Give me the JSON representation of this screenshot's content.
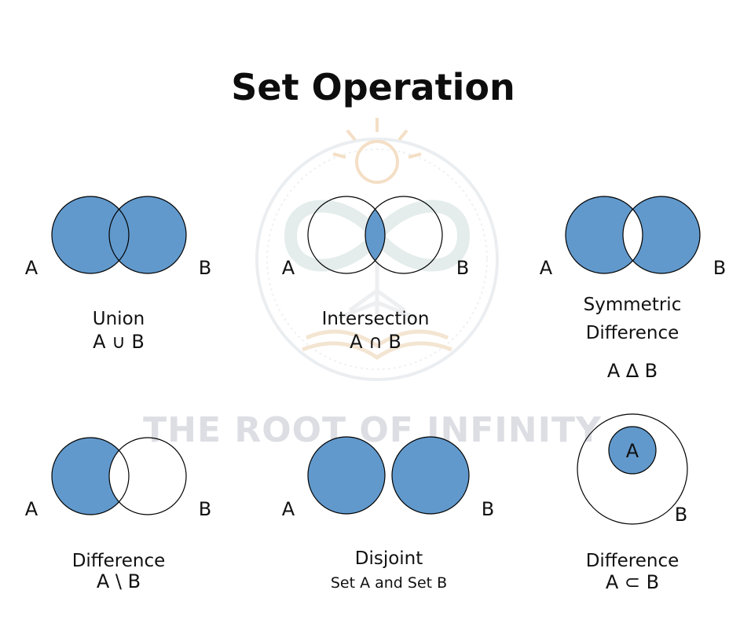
{
  "title": "Set Operation",
  "colors": {
    "fill": "#6199cc",
    "stroke": "#000000",
    "background": "#ffffff",
    "watermark_text": "#d9dbe1",
    "watermark_art": "#e7ecef"
  },
  "watermark": {
    "text": "THE ROOT OF INFINITY",
    "icon": "lightbulb-infinity-tree-book-logo"
  },
  "panels": {
    "union": {
      "set_a": "A",
      "set_b": "B",
      "name": "Union",
      "notation": "A ∪ B"
    },
    "intersection": {
      "set_a": "A",
      "set_b": "B",
      "name": "Intersection",
      "notation": "A ∩ B"
    },
    "symmetric_difference": {
      "set_a": "A",
      "set_b": "B",
      "name_line1": "Symmetric",
      "name_line2": "Difference",
      "notation": "A ∆ B"
    },
    "difference": {
      "set_a": "A",
      "set_b": "B",
      "name": "Difference",
      "notation": "A \\ B"
    },
    "disjoint": {
      "set_a": "A",
      "set_b": "B",
      "name": "Disjoint",
      "notation": "Set A and Set B"
    },
    "subset": {
      "set_a": "A",
      "set_b": "B",
      "name": "Difference",
      "notation": "A ⊂ B"
    }
  }
}
